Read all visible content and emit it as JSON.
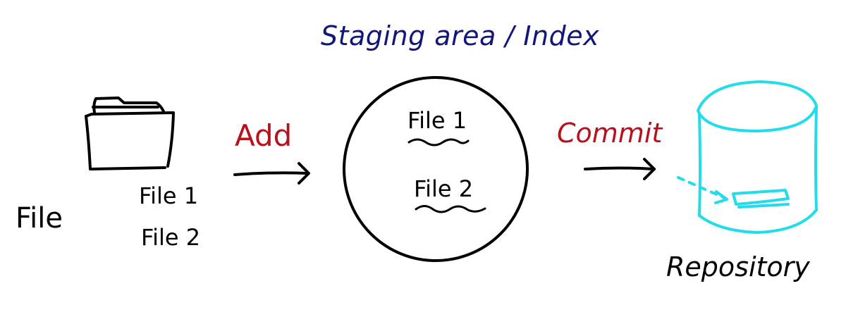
{
  "diagram": {
    "title": "Staging area / Index",
    "working_label": "File",
    "folder_files": [
      "File 1",
      "File 2"
    ],
    "add_label": "Add",
    "staged_files": [
      "File 1",
      "File 2"
    ],
    "commit_label": "Commit",
    "repo_label": "Repository"
  },
  "colors": {
    "title": "#12157a",
    "action": "#b5121b",
    "ink": "#000000",
    "repository": "#22dceb"
  }
}
